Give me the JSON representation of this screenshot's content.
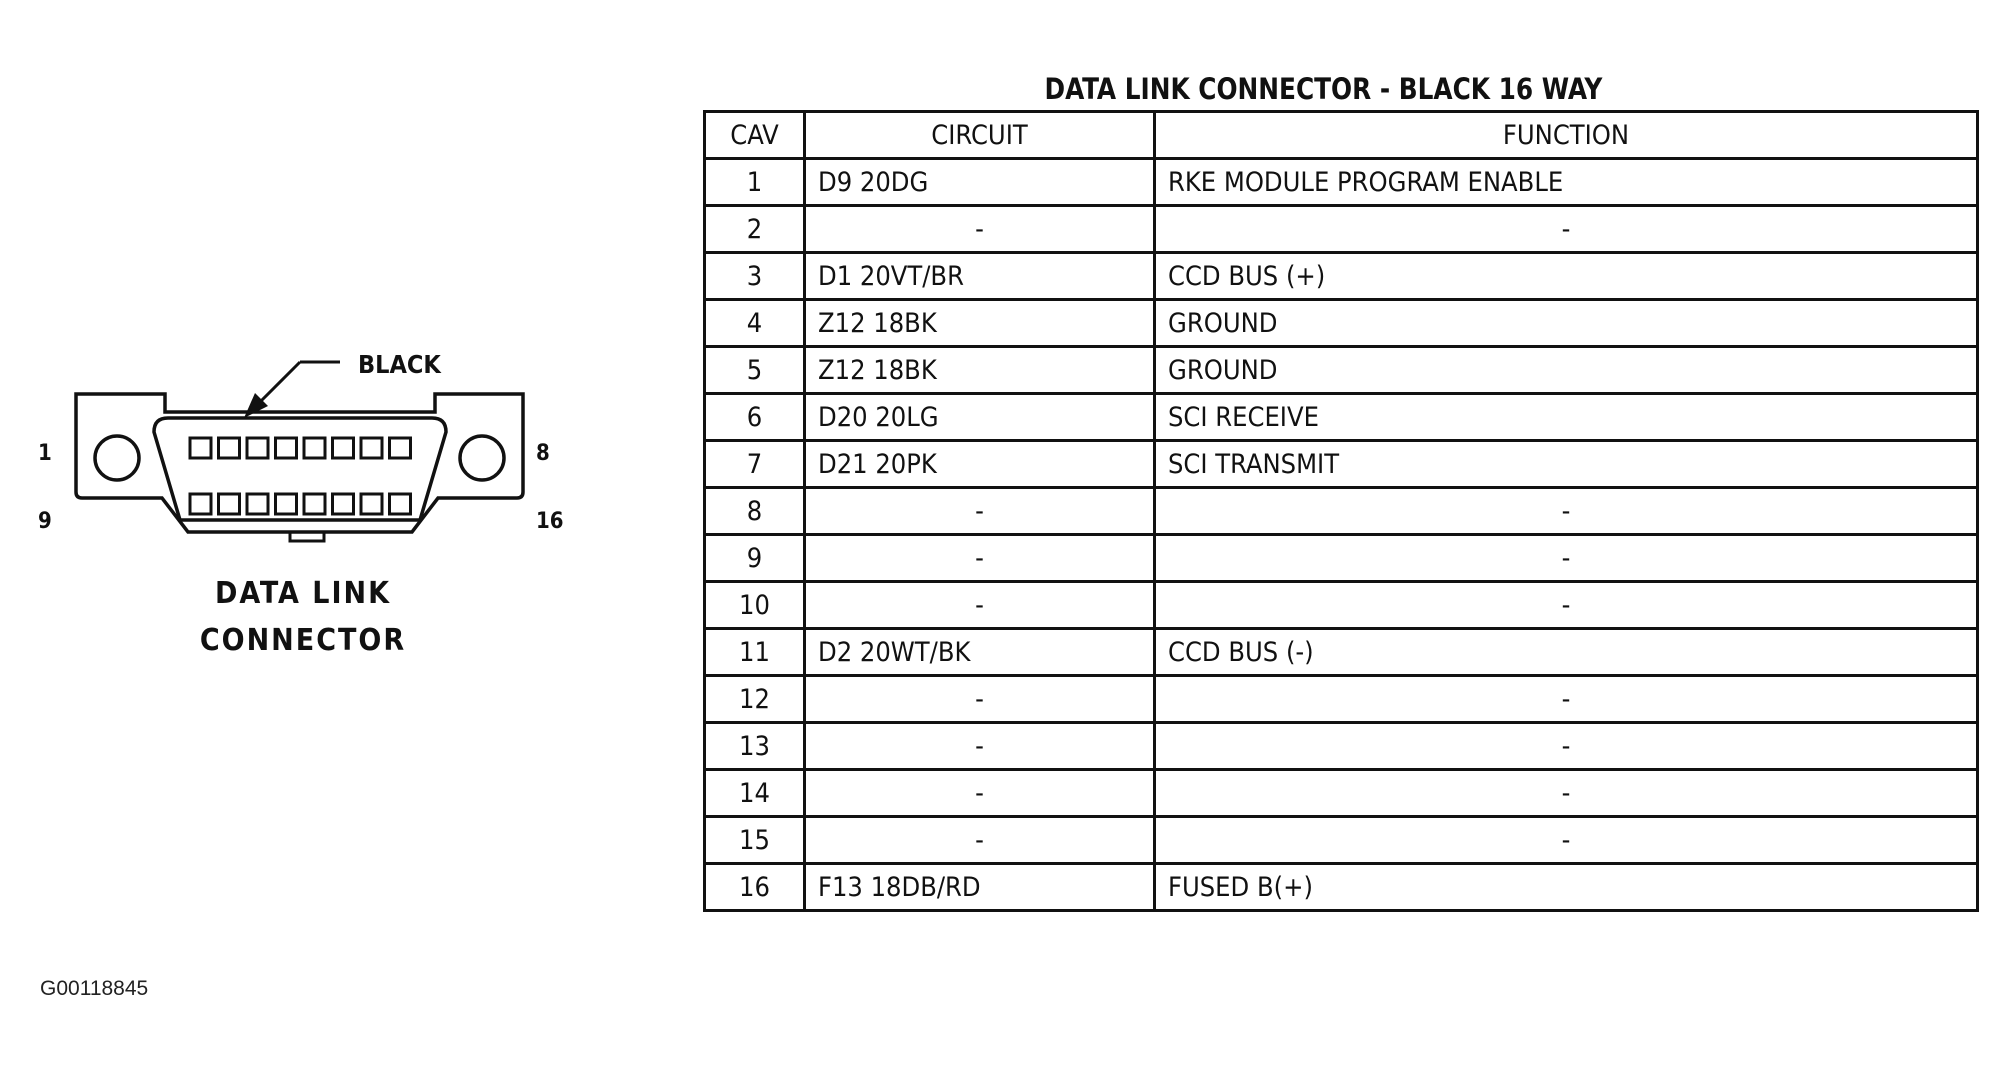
{
  "table": {
    "title": "DATA LINK CONNECTOR - BLACK 16 WAY",
    "headers": {
      "cav": "CAV",
      "circuit": "CIRCUIT",
      "function": "FUNCTION"
    },
    "rows": [
      {
        "cav": "1",
        "circuit": "D9 20DG",
        "function": "RKE MODULE PROGRAM ENABLE"
      },
      {
        "cav": "2",
        "circuit": "-",
        "function": "-"
      },
      {
        "cav": "3",
        "circuit": "D1 20VT/BR",
        "function": "CCD BUS (+)"
      },
      {
        "cav": "4",
        "circuit": "Z12 18BK",
        "function": "GROUND"
      },
      {
        "cav": "5",
        "circuit": "Z12 18BK",
        "function": "GROUND"
      },
      {
        "cav": "6",
        "circuit": "D20 20LG",
        "function": "SCI RECEIVE"
      },
      {
        "cav": "7",
        "circuit": "D21 20PK",
        "function": "SCI TRANSMIT"
      },
      {
        "cav": "8",
        "circuit": "-",
        "function": "-"
      },
      {
        "cav": "9",
        "circuit": "-",
        "function": "-"
      },
      {
        "cav": "10",
        "circuit": "-",
        "function": "-"
      },
      {
        "cav": "11",
        "circuit": "D2 20WT/BK",
        "function": "CCD BUS (-)"
      },
      {
        "cav": "12",
        "circuit": "-",
        "function": "-"
      },
      {
        "cav": "13",
        "circuit": "-",
        "function": "-"
      },
      {
        "cav": "14",
        "circuit": "-",
        "function": "-"
      },
      {
        "cav": "15",
        "circuit": "-",
        "function": "-"
      },
      {
        "cav": "16",
        "circuit": "F13 18DB/RD",
        "function": "FUSED B(+)"
      }
    ]
  },
  "connector": {
    "color_callout": "BLACK",
    "pin_labels": {
      "top_left": "1",
      "top_right": "8",
      "bottom_left": "9",
      "bottom_right": "16"
    },
    "caption_line1": "DATA LINK",
    "caption_line2": "CONNECTOR",
    "pins_per_row": 8
  },
  "figure_code": "G00118845"
}
